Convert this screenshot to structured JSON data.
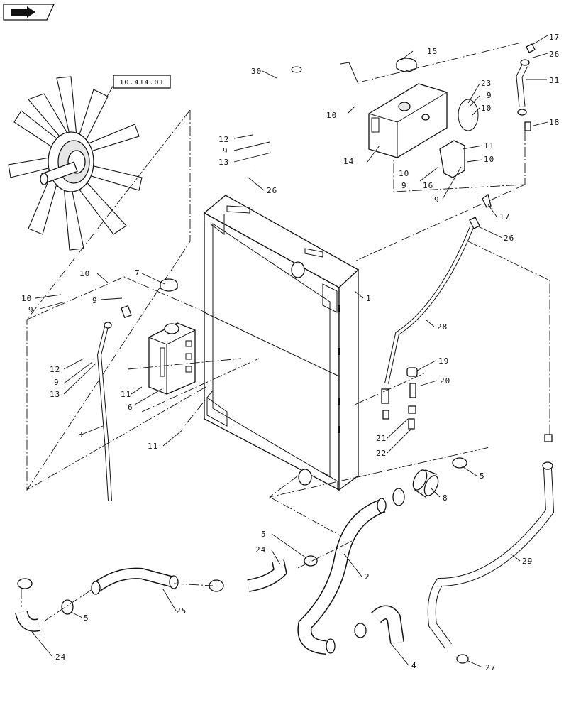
{
  "reference_box": {
    "text": "10.414.01"
  },
  "callouts": {
    "c1": "1",
    "c2": "2",
    "c3": "3",
    "c4": "4",
    "c5a": "5",
    "c5b": "5",
    "c5c": "5",
    "c6": "6",
    "c7": "7",
    "c8": "8",
    "c9a": "9",
    "c9b": "9",
    "c9c": "9",
    "c9d": "9",
    "c9e": "9",
    "c9f": "9",
    "c9g": "9",
    "c10a": "10",
    "c10b": "10",
    "c10c": "10",
    "c10d": "10",
    "c10e": "10",
    "c10f": "10",
    "c11a": "11",
    "c11b": "11",
    "c11c": "11",
    "c12a": "12",
    "c12b": "12",
    "c13a": "13",
    "c13b": "13",
    "c14": "14",
    "c15": "15",
    "c16": "16",
    "c17a": "17",
    "c17b": "17",
    "c18": "18",
    "c19": "19",
    "c20": "20",
    "c21": "21",
    "c22": "22",
    "c23": "23",
    "c24a": "24",
    "c24b": "24",
    "c25": "25",
    "c26a": "26",
    "c26b": "26",
    "c26c": "26",
    "c27": "27",
    "c28": "28",
    "c29": "29",
    "c30": "30",
    "c31": "31"
  }
}
